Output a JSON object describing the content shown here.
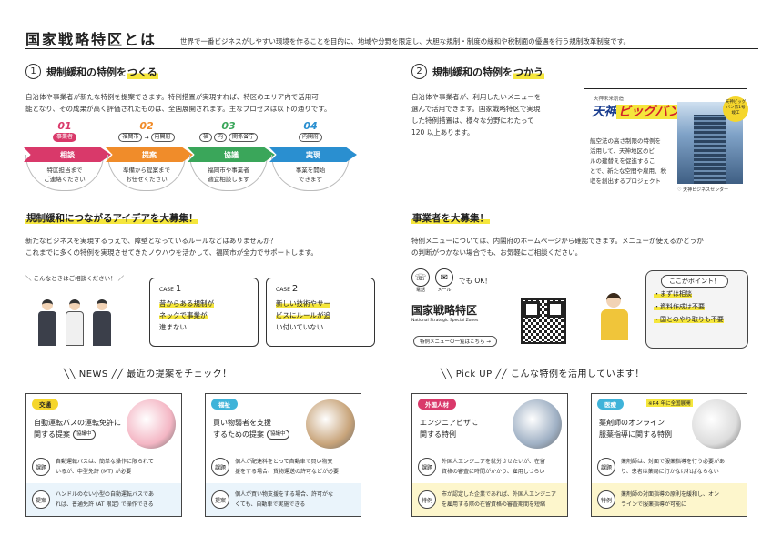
{
  "header": {
    "title": "国家戦略特区とは",
    "description": "世界で一番ビジネスがしやすい環境を作ることを目的に、地域や分野を限定し、大胆な規制・制度の緩和や税制面の優遇を行う規制改革制度です。"
  },
  "section1": {
    "number": "1",
    "title_prefix": "規制緩和の特例を",
    "title_highlight": "つくる",
    "paragraph_line1": "自治体や事業者が新たな特例を提案できます。特例措置が実現すれば、特区のエリア内で活用可",
    "paragraph_line2": "能となり、その成果が高く評価されたものは、全国展開されます。主なプロセスは以下の通りです。",
    "steps": [
      {
        "num": "01",
        "num_color": "#d9396a",
        "tags": [
          "事業者"
        ],
        "tag_filled": true,
        "label": "相談",
        "color": "#d9396a",
        "desc1": "特区担当まで",
        "desc2": "ご連絡ください"
      },
      {
        "num": "02",
        "num_color": "#f08c2a",
        "tags": [
          "福岡市",
          "→",
          "内閣府"
        ],
        "tag_filled": false,
        "label": "提案",
        "color": "#f08c2a",
        "desc1": "準備から提案まで",
        "desc2": "お任せください"
      },
      {
        "num": "03",
        "num_color": "#3aa65a",
        "tags": [
          "福",
          "内",
          "関係省庁"
        ],
        "tag_filled": false,
        "label": "協議",
        "color": "#3aa65a",
        "desc1": "福岡市や事業者",
        "desc2": "適宜相談します"
      },
      {
        "num": "04",
        "num_color": "#2a8fd0",
        "tags": [
          "内閣府"
        ],
        "tag_filled": false,
        "label": "実現",
        "color": "#2a8fd0",
        "desc1": "事業を開始",
        "desc2": "できます"
      }
    ]
  },
  "section2": {
    "number": "2",
    "title_prefix": "規制緩和の特例を",
    "title_highlight": "つかう",
    "paragraph_line1": "自治体や事業者が、利用したいメニューを",
    "paragraph_line2": "選んで活用できます。国家戦略特区で実現",
    "paragraph_line3": "した特例措置は、様々な分野にわたって",
    "paragraph_line4": "120 以上あります。",
    "ad": {
      "brand_sub": "天神未来創造",
      "brand_main": "天神",
      "brand_highlight": "ビッグバン",
      "text1": "航空法の高さ制限の特例を",
      "text2": "活用して、天神地区のビ",
      "text3": "ルの建替えを促進するこ",
      "text4": "とで、新たな空間や雇用、税",
      "text5": "収を創出するプロジェクト",
      "badge1": "天神ビッグ",
      "badge2": "バン第1号",
      "badge3": "竣工",
      "caption": "♡ 天神ビジネスセンター"
    }
  },
  "ideas": {
    "title": "規制緩和につながるアイデアを大募集！",
    "line1": "新たなビジネスを実現するうえで、障壁となっているルールなどはありませんか？",
    "line2": "これまでに多くの特例を実現させてきたノウハウを活かして、福岡市が全力でサポートします。",
    "consult": "＼ こんなときはご相談ください！ ／",
    "cases": [
      {
        "label": "CASE",
        "num": "1",
        "line1a": "昔からある規制が",
        "line2a": "ネックで事業が",
        "line3": "進まない"
      },
      {
        "label": "CASE",
        "num": "2",
        "line1a": "新しい技術やサー",
        "line2a": "ビスにルールが追",
        "line3": "い付いていない"
      }
    ]
  },
  "recruit": {
    "title": "事業者を大募集！",
    "line1": "特例メニューについては、内閣府のホームページから確認できます。メニューが使えるかどうか",
    "line2": "の判断がつかない場合でも、お気軽にご相談ください。",
    "phone_label": "電話",
    "mail_label": "メール",
    "ok_text": "でも OK！",
    "logo_jp": "国家戦略特区",
    "logo_en": "National Strategic Special Zones",
    "menu_button": "特例メニューの一覧はこちら →",
    "point_head": "ここがポイント！",
    "points": [
      "・まずは相談",
      "・資料作成は不要",
      "・国とのやり取りも不要"
    ]
  },
  "news": {
    "banner_prefix": "NEWS",
    "banner_text": "最近の提案をチェック！",
    "cards": [
      {
        "tag": "交通",
        "tag_color": "#f5d62c",
        "title1": "自動運転バスの運転免許に",
        "title2": "関する提案",
        "status": "協議中",
        "row1_label": "課題",
        "row1_a": "自動運転バスは、簡単な操作に限られて",
        "row1_b": "いるが、中型免許 (MT) が必要",
        "row2_label": "提案",
        "row2_a": "ハンドルのない小型の自動運転バスであ",
        "row2_b": "れば、普通免許 (AT 限定) で操作できる",
        "img_color": "#f4b6c4",
        "row_color": "#eaf4fb"
      },
      {
        "tag": "福祉",
        "tag_color": "#3fb3d9",
        "title1": "買い物弱者を支援",
        "title2": "するための提案",
        "status": "協議中",
        "row1_label": "課題",
        "row1_a": "個人が配達料をとって自動車で買い物支",
        "row1_b": "援をする場合、貨物運送の許可などが必要",
        "row2_label": "提案",
        "row2_a": "個人が買い物支援をする場合、許可がな",
        "row2_b": "くても、自動車で実施できる",
        "img_color": "#c8a47a",
        "row_color": "#eaf4fb"
      }
    ]
  },
  "pickup": {
    "banner_prefix": "Pick UP",
    "banner_text": "こんな特例を活用しています！",
    "cards": [
      {
        "tag": "外国人材",
        "tag_color": "#d9396a",
        "title1": "エンジニアビザに",
        "title2": "関する特例",
        "note": "",
        "row1_label": "課題",
        "row1_a": "外国人エンジニアを就労させたいが、在留",
        "row1_b": "資格の審査に時間がかかり、雇用しづらい",
        "row2_label": "特例",
        "row2_a": "市が認定した企業であれば、外国人エンジニア",
        "row2_b": "を雇用する際の在留資格の審査期間を短縮",
        "img_color": "#9fb0c4",
        "row_color": "#fdf6cc"
      },
      {
        "tag": "医療",
        "tag_color": "#3fb3d9",
        "title1": "薬剤師のオンライン",
        "title2": "服薬指導に関する特例",
        "note": "※R4 年に全国展開",
        "row1_label": "課題",
        "row1_a": "薬剤師は、対面で服薬指導を行う必要があ",
        "row1_b": "り、患者は薬局に行かなければならない",
        "row2_label": "特例",
        "row2_a": "薬剤師の対面指導の原則を緩和し、オン",
        "row2_b": "ラインで服薬指導が可能に",
        "img_color": "#dcdcdc",
        "row_color": "#fdf6cc"
      }
    ]
  }
}
